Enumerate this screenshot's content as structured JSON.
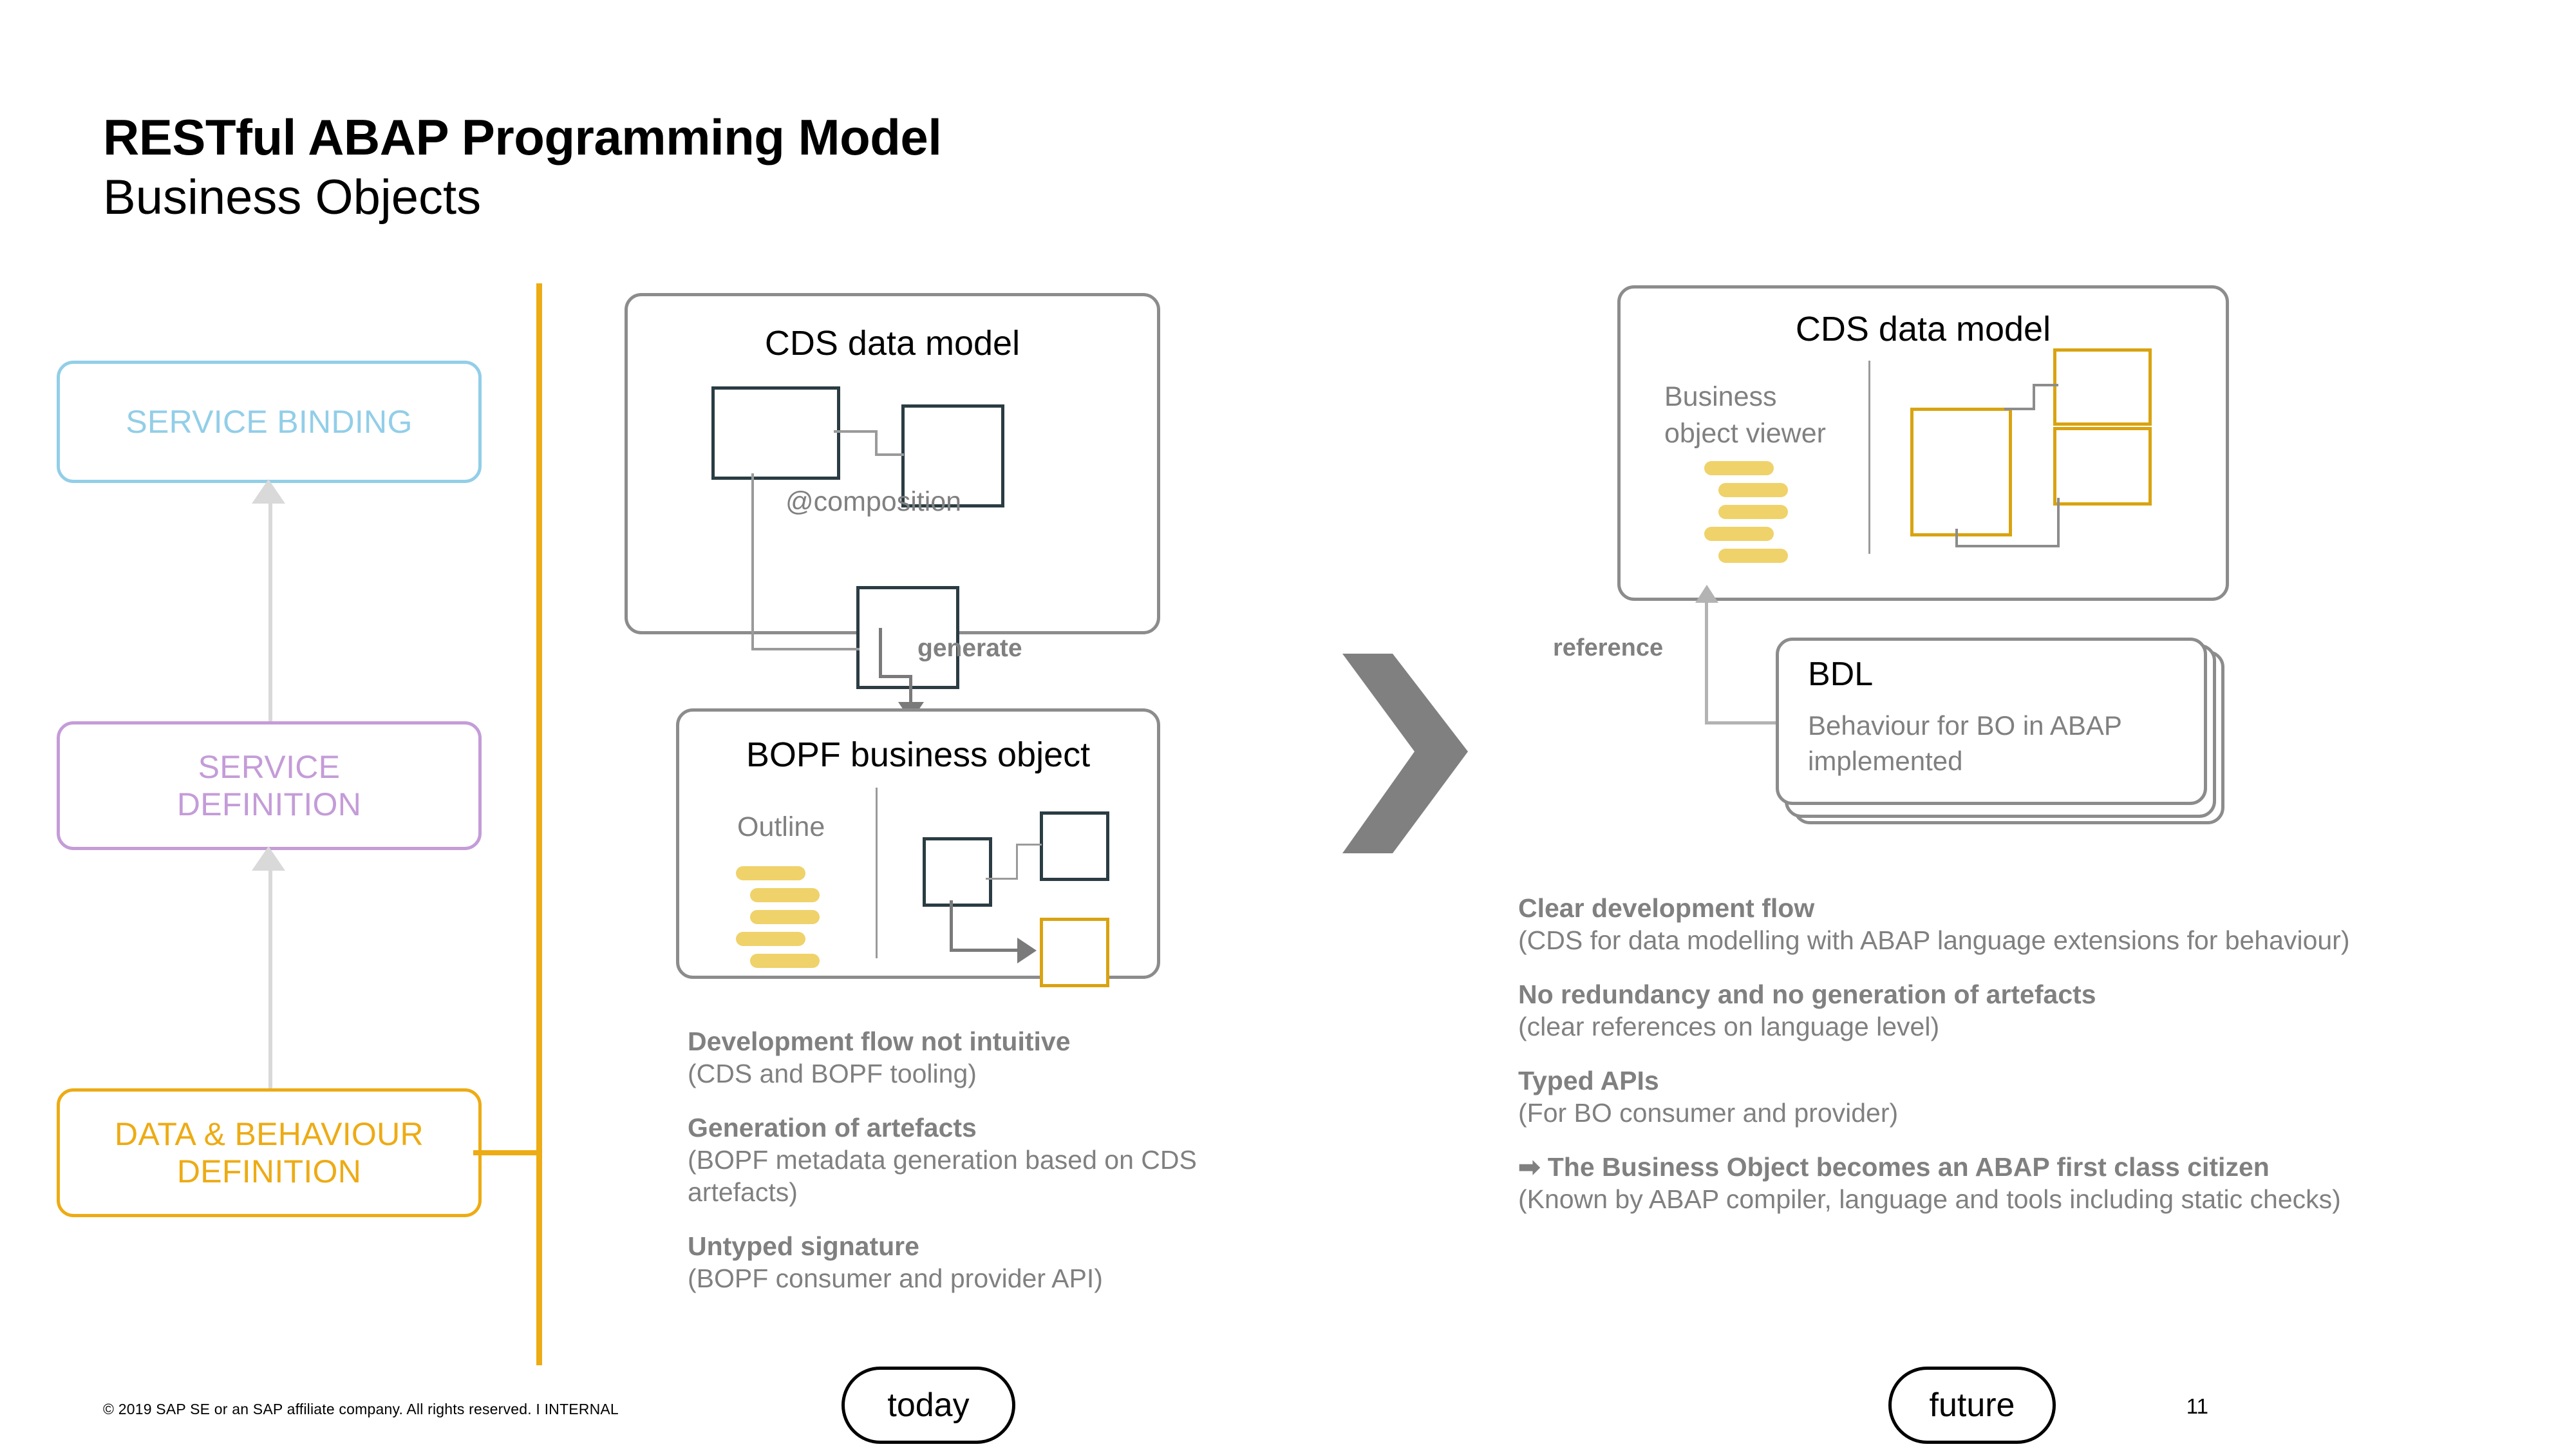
{
  "title": {
    "main": "RESTful ABAP Programming Model",
    "sub": "Business Objects"
  },
  "left_stack": {
    "service_binding": "SERVICE BINDING",
    "service_definition_line1": "SERVICE",
    "service_definition_line2": "DEFINITION",
    "data_behaviour_line1": "DATA & BEHAVIOUR",
    "data_behaviour_line2": "DEFINITION"
  },
  "today": {
    "cds_panel_title": "CDS data model",
    "composition_label": "@composition",
    "generate_label": "generate",
    "bopf_panel_title": "BOPF business object",
    "outline_label": "Outline",
    "bullets": [
      {
        "head": "Development flow not intuitive",
        "sub": "(CDS and BOPF tooling)"
      },
      {
        "head": "Generation of artefacts",
        "sub": "(BOPF metadata generation based on CDS artefacts)"
      },
      {
        "head": "Untyped signature",
        "sub": "(BOPF consumer and provider API)"
      }
    ],
    "pill": "today"
  },
  "future": {
    "cds_panel_title": "CDS data model",
    "viewer_label_line1": "Business",
    "viewer_label_line2": "object viewer",
    "reference_label": "reference",
    "bdl_title": "BDL",
    "bdl_desc_line1": "Behaviour for BO in ABAP",
    "bdl_desc_line2": "implemented",
    "bullets": [
      {
        "head": "Clear development flow",
        "sub": "(CDS for data modelling with ABAP language extensions for behaviour)"
      },
      {
        "head": "No redundancy and no generation of artefacts",
        "sub": "(clear references on language level)"
      },
      {
        "head": "Typed APIs",
        "sub": "(For BO consumer and provider)"
      },
      {
        "head": "➡ The Business Object becomes an ABAP first class citizen",
        "sub": "(Known by ABAP compiler, language and tools including static checks)"
      }
    ],
    "pill": "future"
  },
  "footer": {
    "copyright": "© 2019 SAP SE or an SAP affiliate company. All rights reserved.  I   INTERNAL",
    "page_number": "11"
  },
  "colors": {
    "service_binding": "#92CEE8",
    "service_definition": "#C49CD8",
    "data_behaviour": "#EDAB14",
    "panel_border": "#8C8C8C",
    "entity_dark": "#2B3C43",
    "entity_gold": "#D9A310",
    "bar_yellow": "#EFD26A",
    "body_text": "#808080",
    "chevron": "#808080"
  }
}
